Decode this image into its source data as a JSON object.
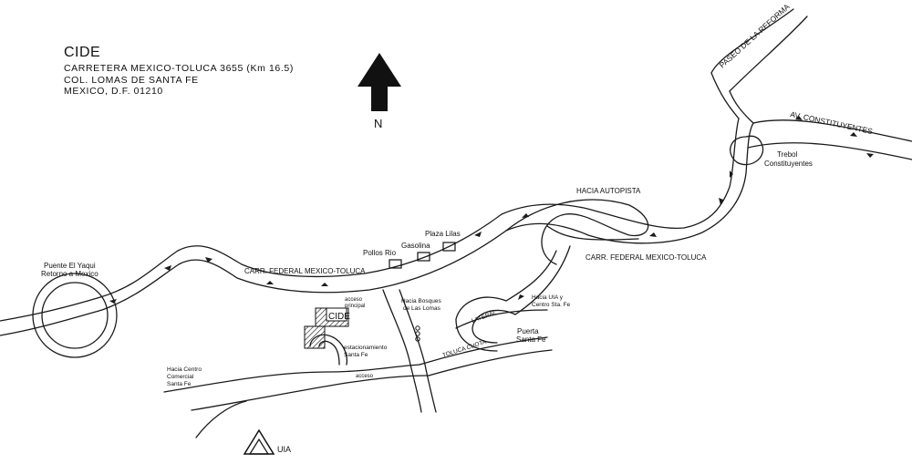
{
  "header": {
    "title": "CIDE",
    "address_line1": "CARRETERA MEXICO-TOLUCA 3655 (Km 16.5)",
    "address_line2": "COL. LOMAS DE SANTA FE",
    "address_line3": "MEXICO, D.F. 01210"
  },
  "compass": {
    "label": "N"
  },
  "labels": {
    "paseo_reforma": "PASEO DE LA REFORMA",
    "av_constituyentes": "AV. CONSTITUYENTES",
    "trebol_1": "Trebol",
    "trebol_2": "Constituyentes",
    "hacia_autopista": "HACIA AUTOPISTA",
    "carr_federal_right": "CARR. FEDERAL MEXICO-TOLUCA",
    "carr_federal_left": "CARR. FEDERAL MEXICO-TOLUCA",
    "plaza_lilas": "Plaza Lilas",
    "gasolina": "Gasolina",
    "pollos_rio": "Pollos Rio",
    "puente_1": "Puente El Yaqui",
    "puente_2": "Retorno a Mexico",
    "acceso_principal_1": "acceso",
    "acceso_principal_2": "principal",
    "cide_building": "CIDE",
    "bosques_1": "Hacia Bosques",
    "bosques_2": "de Las Lomas",
    "uia_centro_1": "Hacia UIA y",
    "uia_centro_2": "Centro Sta. Fe",
    "lateral": "LATERAL",
    "toluca_cuota": "TOLUCA CUOTA",
    "puerta_1": "Puerta",
    "puerta_2": "Santa Fe",
    "estacionamiento_1": "estacionamiento",
    "estacionamiento_2": "Santa Fe",
    "acceso": "acceso",
    "centro_comercial_1": "Hacia Centro",
    "centro_comercial_2": "Comercial",
    "centro_comercial_3": "Santa Fe",
    "uia": "UIA"
  }
}
